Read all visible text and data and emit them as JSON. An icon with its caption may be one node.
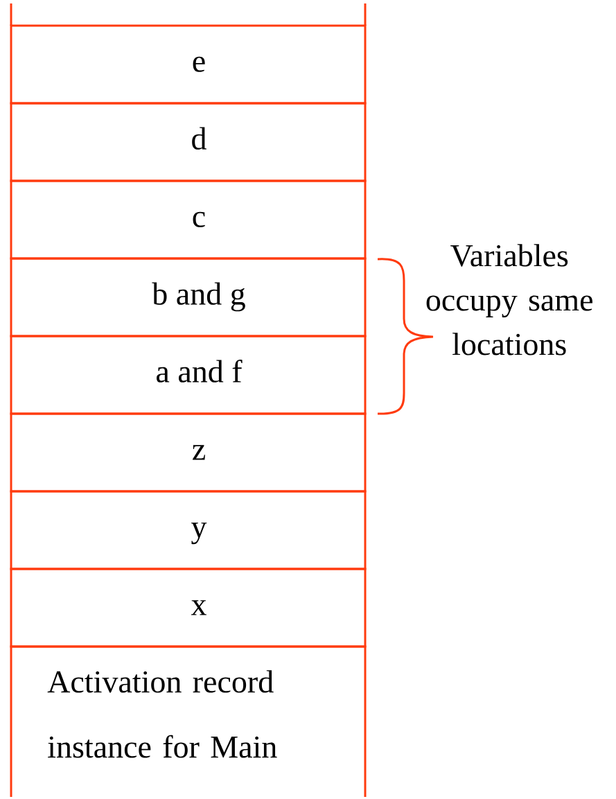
{
  "diagram": {
    "nodes": [
      {
        "text": [
          "e"
        ]
      },
      {
        "text": [
          "d"
        ]
      },
      {
        "text": [
          "c"
        ]
      },
      {
        "text": [
          "b and g"
        ]
      },
      {
        "text": [
          "a and f"
        ]
      },
      {
        "text": [
          "z"
        ]
      },
      {
        "text": [
          "y"
        ]
      },
      {
        "text": [
          "x"
        ]
      },
      {
        "text": [
          "Activation record instance for Main"
        ]
      }
    ],
    "labels": [
      "Variables occupy same locations"
    ]
  }
}
